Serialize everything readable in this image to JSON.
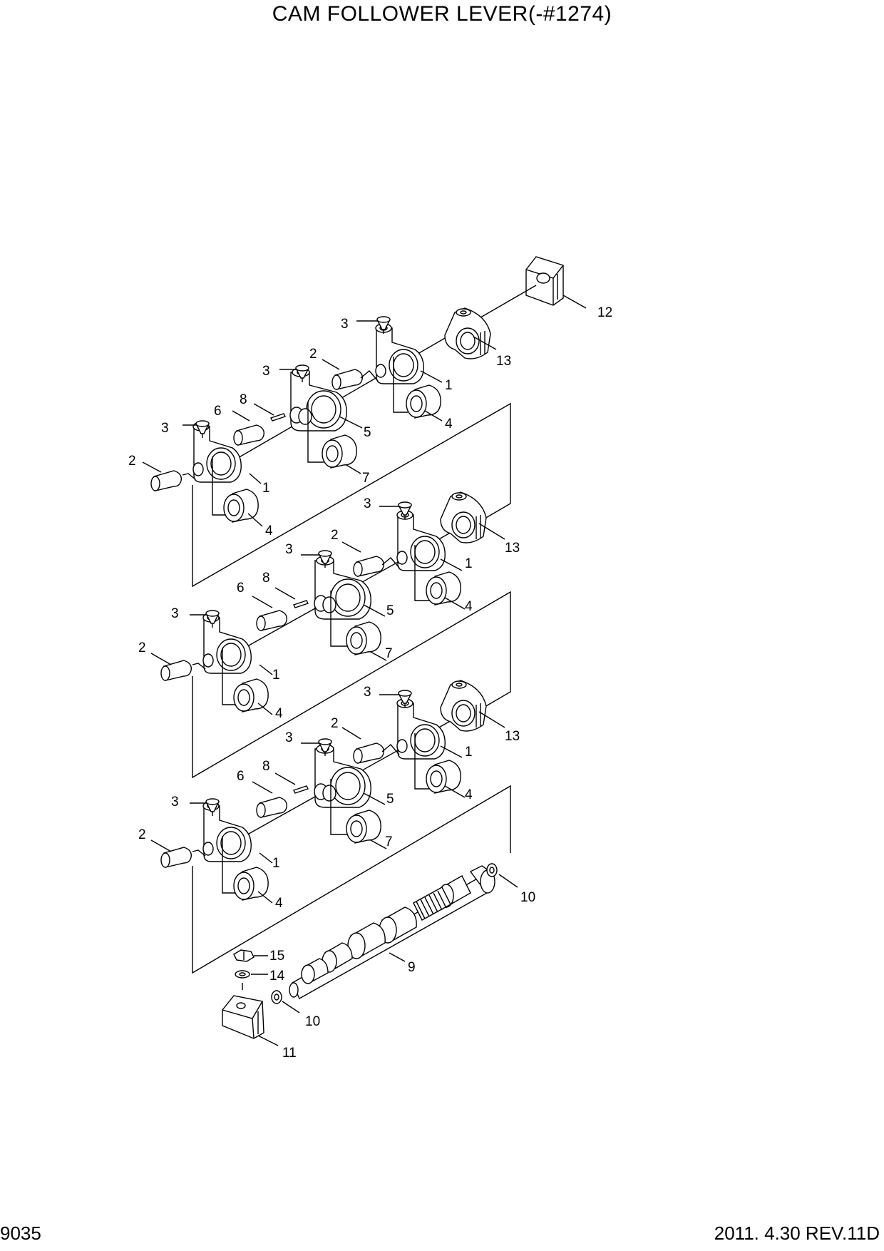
{
  "header": {
    "title": "CAM FOLLOWER LEVER(-#1274)"
  },
  "footer": {
    "page_number": "9035",
    "revision": "2011. 4.30  REV.11D"
  },
  "callouts": {
    "12": "12",
    "13": "13",
    "groupA": {
      "3a": "3",
      "2a": "2",
      "3b": "3",
      "8": "8",
      "6": "6",
      "5": "5",
      "3c": "3",
      "2b": "2",
      "1a": "1",
      "4a": "4",
      "1b": "1",
      "4b": "4",
      "7": "7"
    },
    "groupB": {
      "3a": "3",
      "2a": "2",
      "3b": "3",
      "8": "8",
      "6": "6",
      "5": "5",
      "3c": "3",
      "2b": "2",
      "1a": "1",
      "4a": "4",
      "1b": "1",
      "4b": "4",
      "7": "7",
      "13": "13"
    },
    "groupC": {
      "3a": "3",
      "2a": "2",
      "3b": "3",
      "8": "8",
      "6": "6",
      "5": "5",
      "3c": "3",
      "2b": "2",
      "1a": "1",
      "4a": "4",
      "1b": "1",
      "4b": "4",
      "7": "7",
      "13": "13"
    },
    "shaft": {
      "10a": "10",
      "9": "9",
      "15": "15",
      "14": "14",
      "10b": "10",
      "11": "11"
    }
  }
}
